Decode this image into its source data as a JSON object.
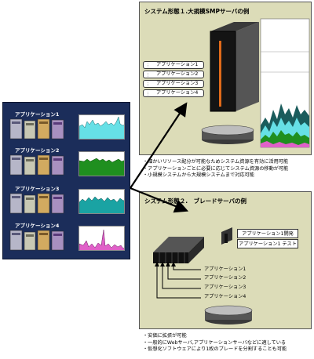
{
  "panel1": {
    "title": "システム形態１.大規模SMPサーバの例",
    "apps": [
      "アプリケーション1",
      "アプリケーション2",
      "アプリケーション3",
      "アプリケーション4"
    ],
    "notes": [
      "・細かいリソース配分が可能なためシステム資源を有効に活用可能",
      "・アプリケーションごとに必要に応じてシステム資源の移動が可能",
      "・小規模システムから大規模システムまで対応可能"
    ]
  },
  "panel2": {
    "title": "システム形態２.　ブレードサーバの例",
    "dev_boxes": [
      "アプリケーション1開発",
      "アプリケーション1 テスト"
    ],
    "blade_labels": [
      "アプリケーション1",
      "アプリケーション2",
      "アプリケーション3",
      "アプリケーション4"
    ],
    "notes": [
      "・安価に拡張が可能",
      "・一般的にWebサーバ,アプリケーションサーバなどに適している",
      "・仮想化ソフトウェアにより1枚のブレードを分割することも可能"
    ]
  },
  "left": {
    "rows": [
      {
        "label": "アプリケーション1",
        "color": "#66e0e6"
      },
      {
        "label": "アプリケーション2",
        "color": "#1f8f1f"
      },
      {
        "label": "アプリケーション3",
        "color": "#1aa3a3"
      },
      {
        "label": "アプリケーション4",
        "color": "#e060c8"
      }
    ]
  },
  "colors": {
    "panel_bg": "#dcdcb8",
    "left_bg": "#1b2d5a",
    "server_front": "#111111",
    "server_stripe": "#e06a1a"
  }
}
